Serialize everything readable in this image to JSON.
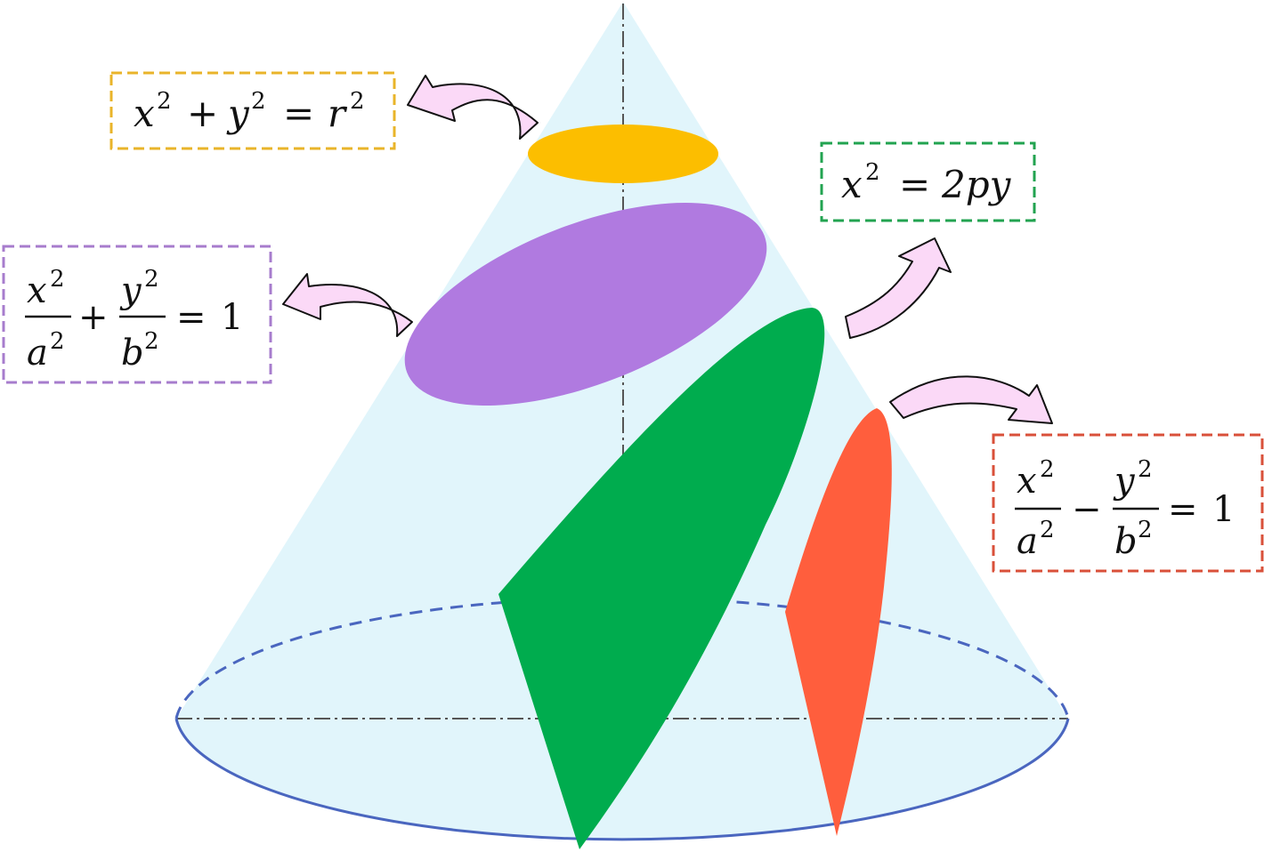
{
  "colors": {
    "cone_fill": "#e1f5fb",
    "base_outline": "#4a66bf",
    "axis_line": "#555555",
    "circle_section": "#fcbe00",
    "ellipse_section": "#b07ae0",
    "parabola_section": "#00ac4e",
    "hyperbola_section": "#ff5e3d",
    "arrow_fill": "#fbd9f7",
    "circle_box": "#e9b42a",
    "ellipse_box": "#a77ccd",
    "parabola_box": "#22a350",
    "hyperbola_box": "#d9503a"
  },
  "labels": {
    "circle": {
      "x": "x",
      "y": "y",
      "r": "r",
      "exp": "2",
      "plus": "+",
      "eq": "="
    },
    "parabola": {
      "x": "x",
      "exp": "2",
      "eq": "=",
      "rhs": "2py"
    },
    "ellipse": {
      "x": "x",
      "y": "y",
      "a": "a",
      "b": "b",
      "exp": "2",
      "op": "+",
      "eq": "=",
      "one": "1"
    },
    "hyperbola": {
      "x": "x",
      "y": "y",
      "a": "a",
      "b": "b",
      "exp": "2",
      "op": "−",
      "eq": "=",
      "one": "1"
    }
  }
}
